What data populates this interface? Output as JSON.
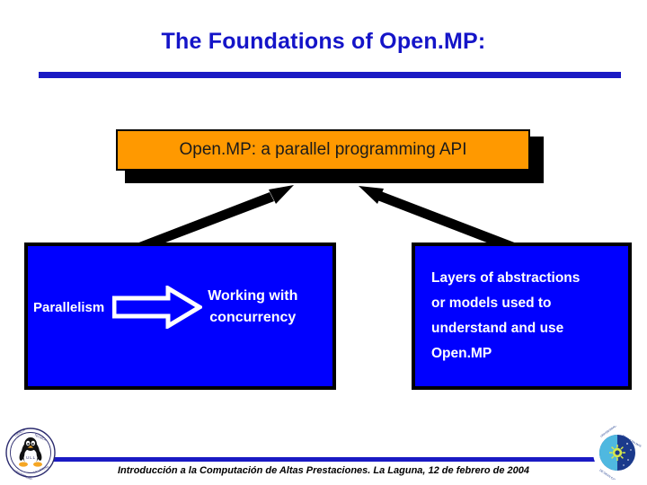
{
  "slide": {
    "title": "The Foundations of Open.MP:",
    "api_box": {
      "label": "Open.MP: a parallel programming API",
      "fill_color": "#ff9900",
      "border_color": "#000000",
      "text_color": "#1a1a1a"
    },
    "left_box": {
      "label_a": "Parallelism",
      "label_b": "Working with\nconcurrency",
      "arrow_icon": "block-arrow-right-icon",
      "fill_color": "#0000ff",
      "border_color": "#000000",
      "text_color": "#ffffff"
    },
    "right_box": {
      "text": "Layers of abstractions\nor models used to\nunderstand and use\nOpen.MP",
      "fill_color": "#0000ff",
      "border_color": "#000000",
      "text_color": "#ffffff"
    },
    "connectors": [
      {
        "name": "arrow-from-left-box-to-api-box",
        "direction": "up-right"
      },
      {
        "name": "arrow-from-right-box-to-api-box",
        "direction": "up-left"
      }
    ],
    "rules": {
      "title_rule_color": "#1a1ac4",
      "footer_rule_color": "#1a1ac4"
    },
    "footer": {
      "text": "Introducción a la Computación de Altas Prestaciones. La Laguna, 12 de febrero de 2004"
    },
    "logos": {
      "left": "linux-penguin-seal-icon",
      "right": "university-seal-icon"
    },
    "title_color": "#1414c8"
  }
}
